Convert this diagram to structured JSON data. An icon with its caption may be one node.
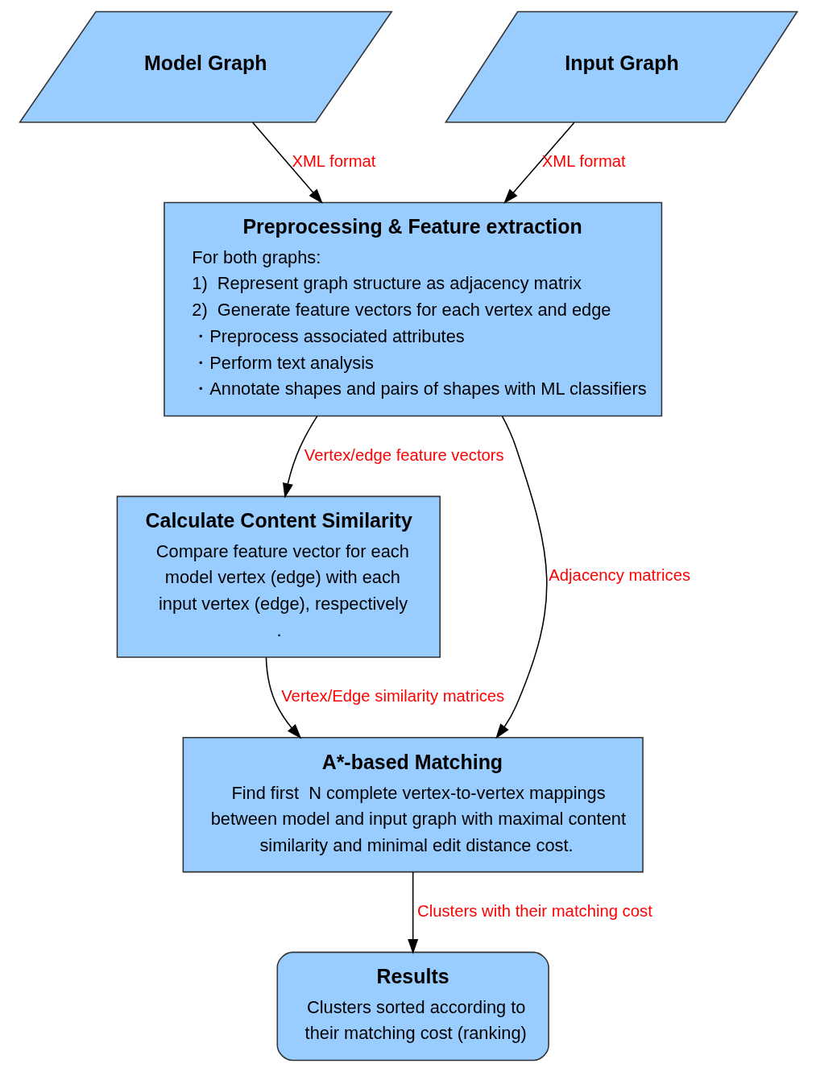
{
  "diagram": {
    "nodes": [
      {
        "text": [
          "Model Graph"
        ]
      },
      {
        "text": [
          "Input Graph"
        ]
      },
      {
        "text": [
          "Preprocessing & Feature extraction",
          "For both graphs:",
          "1)  Represent graph structure as adjacency matrix",
          "2)  Generate feature vectors for each vertex and edge",
          "・Preprocess associated attributes",
          "・Perform text analysis",
          "・Annotate shapes and pairs of shapes with ML classifiers"
        ]
      },
      {
        "text": [
          "Calculate Content Similarity",
          "Compare feature vector for each model vertex (edge) with each input vertex (edge), respectively ."
        ]
      },
      {
        "text": [
          "A*-based Matching",
          "Find first  N complete vertex-to-vertex mappings between model and input graph with maximal content similarity and minimal edit distance cost."
        ]
      },
      {
        "text": [
          "Results",
          "Clusters sorted according to their matching cost (ranking)"
        ]
      }
    ],
    "edges": [
      {
        "from": 0,
        "to": 2,
        "arrow": "to",
        "label": "XML format"
      },
      {
        "from": 1,
        "to": 2,
        "arrow": "to",
        "label": "XML format"
      },
      {
        "from": 2,
        "to": 3,
        "arrow": "to",
        "label": "Vertex/edge feature vectors"
      },
      {
        "from": 2,
        "to": 4,
        "arrow": "to",
        "label": "Adjacency matrices"
      },
      {
        "from": 3,
        "to": 4,
        "arrow": "to",
        "label": "Vertex/Edge similarity matrices"
      },
      {
        "from": 4,
        "to": 5,
        "arrow": "to",
        "label": "Clusters with their matching cost"
      }
    ]
  }
}
